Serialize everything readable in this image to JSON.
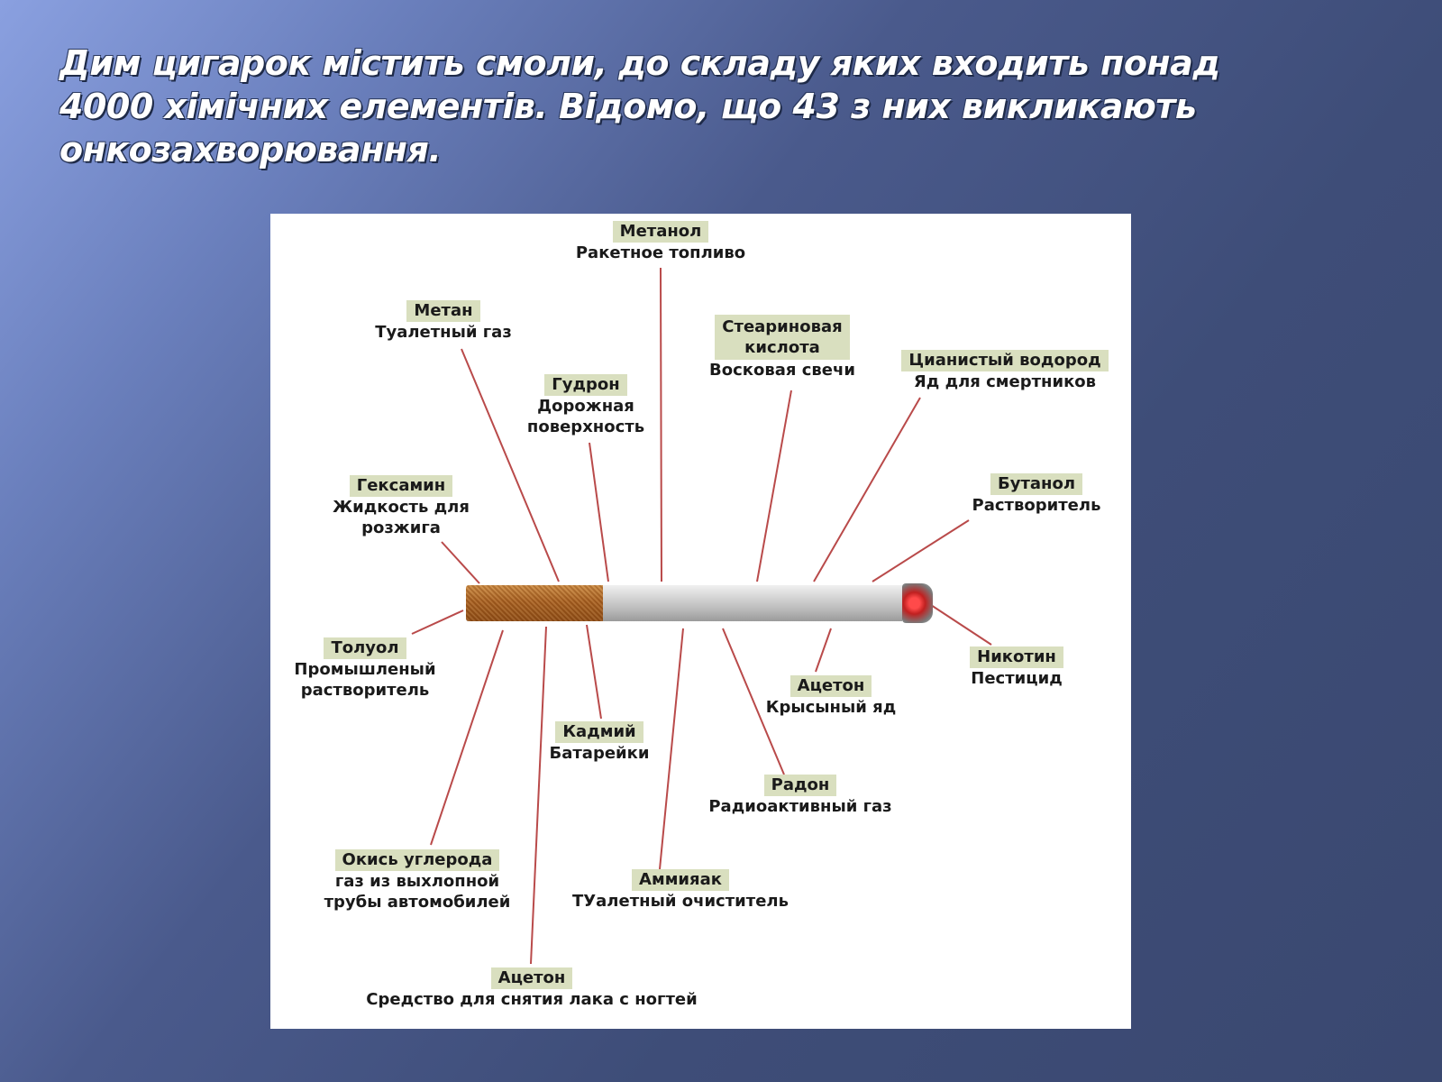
{
  "slide": {
    "title": "Дим цигарок містить смоли, до складу яких входить понад 4000 хімічних елементів. Відомо, що 43 з них викликають онкозахворювання."
  },
  "colors": {
    "line": "#b94a4a",
    "label_bg": "#d9dfbf",
    "filter": "#a55f22",
    "ember": "#e03030"
  },
  "diagram": {
    "labels": [
      {
        "id": "methanol",
        "name": "Метанол",
        "desc": "Ракетное топливо"
      },
      {
        "id": "methane",
        "name": "Метан",
        "desc": "Туалетный газ"
      },
      {
        "id": "stearic",
        "name": "Стеариновая\nкислота",
        "desc": "Восковая свечи"
      },
      {
        "id": "hcn",
        "name": "Цианистый водород",
        "desc": "Яд для смертников"
      },
      {
        "id": "tar",
        "name": "Гудрон",
        "desc": "Дорожная\nповерхность"
      },
      {
        "id": "hexamine",
        "name": "Гексамин",
        "desc": "Жидкость для\nрозжига"
      },
      {
        "id": "butanol",
        "name": "Бутанол",
        "desc": "Растворитель"
      },
      {
        "id": "toluene",
        "name": "Толуол",
        "desc": "Промышленый\nрастворитель"
      },
      {
        "id": "nicotine",
        "name": "Никотин",
        "desc": "Пестицид"
      },
      {
        "id": "acetone1",
        "name": "Ацетон",
        "desc": "Крысыный яд"
      },
      {
        "id": "cadmium",
        "name": "Кадмий",
        "desc": "Батарейки"
      },
      {
        "id": "radon",
        "name": "Радон",
        "desc": "Радиоактивный газ"
      },
      {
        "id": "co",
        "name": "Окись углерода",
        "desc": "газ из выхлопной\nтрубы автомобилей"
      },
      {
        "id": "ammonia",
        "name": "Аммияак",
        "desc": "ТУалетный очиститель"
      },
      {
        "id": "acetone2",
        "name": "Ацетон",
        "desc": "Средство для снятия лака с ногтей"
      }
    ]
  }
}
